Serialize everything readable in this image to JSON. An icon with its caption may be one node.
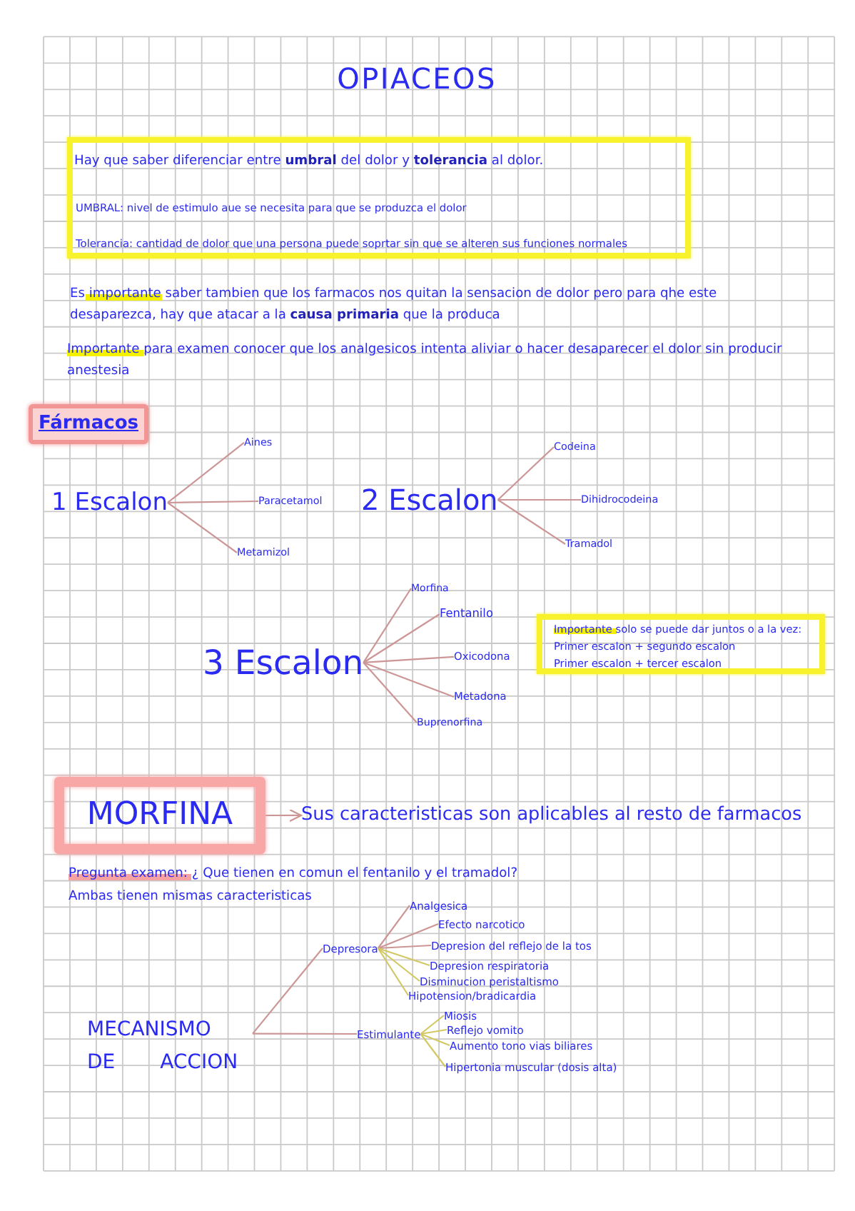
{
  "diagram": {
    "title": "OPIACEOS",
    "nodes": [
      {
        "text": [
          "Hay que saber diferenciar entre **umbral** del dolor y **tolerancia** al dolor.",
          "UMBRAL: nivel de estimulo aue se necesita para que se produzca el dolor",
          "Tolerancia: cantidad de dolor que una persona puede soprtar sin que se alteren sus funciones normales"
        ]
      },
      {
        "text": [
          "Fármacos"
        ]
      },
      {
        "text": [
          "1 Escalon"
        ]
      },
      {
        "text": [
          "Aines"
        ]
      },
      {
        "text": [
          "Paracetamol"
        ]
      },
      {
        "text": [
          "Metamizol"
        ]
      },
      {
        "text": [
          "2 Escalon"
        ]
      },
      {
        "text": [
          "Codeina"
        ]
      },
      {
        "text": [
          "Dihidrocodeina"
        ]
      },
      {
        "text": [
          "Tramadol"
        ]
      },
      {
        "text": [
          "3 Escalon"
        ]
      },
      {
        "text": [
          "Morfina"
        ]
      },
      {
        "text": [
          "Fentanilo"
        ]
      },
      {
        "text": [
          "Oxicodona"
        ]
      },
      {
        "text": [
          "Metadona"
        ]
      },
      {
        "text": [
          "Buprenorfina"
        ]
      },
      {
        "text": [
          "Importante solo se puede dar juntos o a la vez:",
          "Primer escalon + segundo escalon",
          "Primer escalon + tercer escalon"
        ]
      },
      {
        "text": [
          "MORFINA"
        ]
      },
      {
        "text": [
          "Sus caracteristicas son aplicables al resto de farmacos"
        ]
      },
      {
        "text": [
          "MECANISMO DE ACCION"
        ]
      },
      {
        "text": [
          "Depresora"
        ]
      },
      {
        "text": [
          "Analgesica"
        ]
      },
      {
        "text": [
          "Efecto narcotico"
        ]
      },
      {
        "text": [
          "Depresion del reflejo de la tos"
        ]
      },
      {
        "text": [
          "Depresion respiratoria"
        ]
      },
      {
        "text": [
          "Disminucion peristaltismo"
        ]
      },
      {
        "text": [
          "Hipotension/bradicardia"
        ]
      },
      {
        "text": [
          "Estimulante"
        ]
      },
      {
        "text": [
          "Miosis"
        ]
      },
      {
        "text": [
          "Reflejo vomito"
        ]
      },
      {
        "text": [
          "Aumento tono vias biliares"
        ]
      },
      {
        "text": [
          "Hipertonia muscular (dosis alta)"
        ]
      }
    ],
    "edges": [
      {
        "from": 2,
        "to": 3,
        "arrow": "none"
      },
      {
        "from": 2,
        "to": 4,
        "arrow": "none"
      },
      {
        "from": 2,
        "to": 5,
        "arrow": "none"
      },
      {
        "from": 6,
        "to": 7,
        "arrow": "none"
      },
      {
        "from": 6,
        "to": 8,
        "arrow": "none"
      },
      {
        "from": 6,
        "to": 9,
        "arrow": "none"
      },
      {
        "from": 10,
        "to": 11,
        "arrow": "none"
      },
      {
        "from": 10,
        "to": 12,
        "arrow": "none"
      },
      {
        "from": 10,
        "to": 13,
        "arrow": "none"
      },
      {
        "from": 10,
        "to": 14,
        "arrow": "none"
      },
      {
        "from": 10,
        "to": 15,
        "arrow": "none"
      },
      {
        "from": 17,
        "to": 18,
        "arrow": "to"
      },
      {
        "from": 19,
        "to": 20,
        "arrow": "none"
      },
      {
        "from": 19,
        "to": 27,
        "arrow": "none"
      },
      {
        "from": 20,
        "to": 21,
        "arrow": "none"
      },
      {
        "from": 20,
        "to": 22,
        "arrow": "none"
      },
      {
        "from": 20,
        "to": 23,
        "arrow": "none"
      },
      {
        "from": 20,
        "to": 24,
        "arrow": "none",
        "color": "#d2c864"
      },
      {
        "from": 20,
        "to": 25,
        "arrow": "none",
        "color": "#d2c864"
      },
      {
        "from": 20,
        "to": 26,
        "arrow": "none",
        "color": "#d2c864"
      },
      {
        "from": 27,
        "to": 28,
        "arrow": "none",
        "color": "#d2c864"
      },
      {
        "from": 27,
        "to": 29,
        "arrow": "none",
        "color": "#d2c864"
      },
      {
        "from": 27,
        "to": 30,
        "arrow": "none",
        "color": "#d2c864"
      },
      {
        "from": 27,
        "to": 31,
        "arrow": "none",
        "color": "#d2c864"
      }
    ],
    "labels": [
      "Es importante saber tambien que los farmacos nos quitan la sensacion de dolor pero para qhe este desaparezca, hay que atacar a la **causa primaria** que la produca",
      "Importante para examen conocer que los analgesicos intenta aliviar o hacer desaparecer el dolor sin producir anestesia",
      "Pregunta examen: ¿ Que tienen en comun el fentanilo y el tramadol?",
      "Ambas tienen mismas caracteristicas"
    ]
  }
}
